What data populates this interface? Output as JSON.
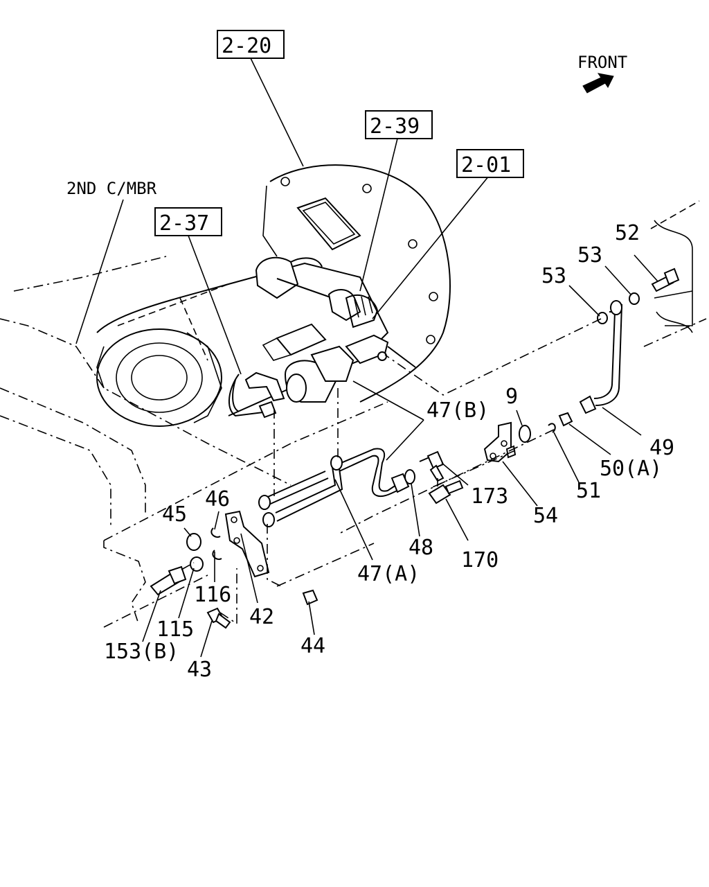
{
  "direction_label": "FRONT",
  "assembly_refs": [
    "2-20",
    "2-39",
    "2-01",
    "2-37"
  ],
  "member_label": "2ND C/MBR",
  "part_numbers": {
    "p52": "52",
    "p53a": "53",
    "p53b": "53",
    "p9": "9",
    "p47b": "47(B)",
    "p49": "49",
    "p50a": "50(A)",
    "p51": "51",
    "p173": "173",
    "p54": "54",
    "p48": "48",
    "p170": "170",
    "p47a": "47(A)",
    "p46": "46",
    "p45": "45",
    "p116": "116",
    "p42": "42",
    "p115": "115",
    "p153b": "153(B)",
    "p43": "43",
    "p44": "44"
  }
}
